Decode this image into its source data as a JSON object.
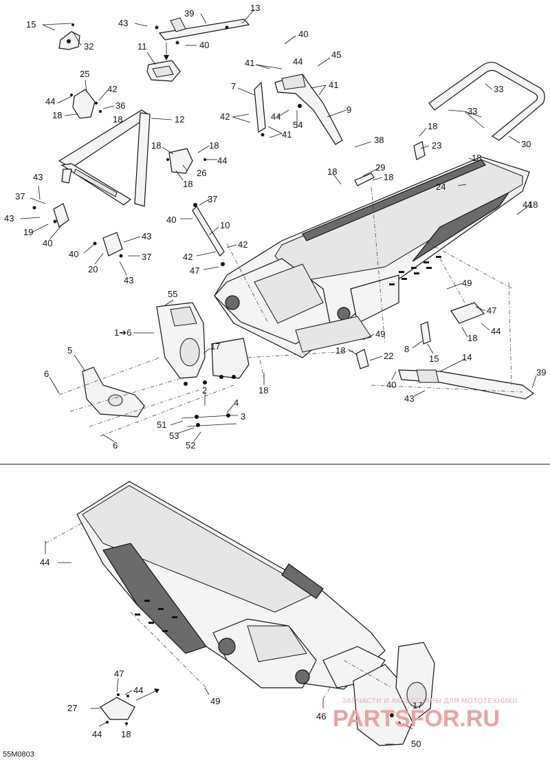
{
  "diagram": {
    "drawing_code": "55M0803",
    "watermark": {
      "line1": "ЗАПЧАСТИ И АКСЕССУАРЫ ДЛЯ МОТОТЕХНИКИ",
      "line2": "PARTSFOR.RU"
    },
    "callouts": [
      {
        "id": "c13",
        "label": "13"
      },
      {
        "id": "c15",
        "label": "15"
      },
      {
        "id": "c32",
        "label": "32"
      },
      {
        "id": "c39a",
        "label": "39"
      },
      {
        "id": "c43a",
        "label": "43"
      },
      {
        "id": "c40a",
        "label": "40"
      },
      {
        "id": "c11",
        "label": "11"
      },
      {
        "id": "c40b",
        "label": "40"
      },
      {
        "id": "c44a",
        "label": "44"
      },
      {
        "id": "c45",
        "label": "45"
      },
      {
        "id": "c41a",
        "label": "41"
      },
      {
        "id": "c41b",
        "label": "41"
      },
      {
        "id": "c7",
        "label": "7"
      },
      {
        "id": "c25",
        "label": "25"
      },
      {
        "id": "c42a",
        "label": "42"
      },
      {
        "id": "c36",
        "label": "36"
      },
      {
        "id": "c44b",
        "label": "44"
      },
      {
        "id": "c18a",
        "label": "18"
      },
      {
        "id": "c18b",
        "label": "18"
      },
      {
        "id": "c12",
        "label": "12"
      },
      {
        "id": "c42b",
        "label": "42"
      },
      {
        "id": "c44c",
        "label": "44"
      },
      {
        "id": "c54",
        "label": "54"
      },
      {
        "id": "c41c",
        "label": "41"
      },
      {
        "id": "c9",
        "label": "9"
      },
      {
        "id": "c33a",
        "label": "33"
      },
      {
        "id": "c33b",
        "label": "33"
      },
      {
        "id": "c30",
        "label": "30"
      },
      {
        "id": "c18c",
        "label": "18"
      },
      {
        "id": "c38",
        "label": "38"
      },
      {
        "id": "c23",
        "label": "23"
      },
      {
        "id": "c18d",
        "label": "18"
      },
      {
        "id": "c18e",
        "label": "18"
      },
      {
        "id": "c44d",
        "label": "44"
      },
      {
        "id": "c26",
        "label": "26"
      },
      {
        "id": "c18f",
        "label": "18"
      },
      {
        "id": "c18g",
        "label": "18"
      },
      {
        "id": "c29",
        "label": "29"
      },
      {
        "id": "c18h",
        "label": "18"
      },
      {
        "id": "c18i",
        "label": "18"
      },
      {
        "id": "c24",
        "label": "24"
      },
      {
        "id": "c18j",
        "label": "18"
      },
      {
        "id": "c43b",
        "label": "43"
      },
      {
        "id": "c37a",
        "label": "37"
      },
      {
        "id": "c37b",
        "label": "37"
      },
      {
        "id": "c43c",
        "label": "43"
      },
      {
        "id": "c40c",
        "label": "40"
      },
      {
        "id": "c44e",
        "label": "44"
      },
      {
        "id": "c19",
        "label": "19"
      },
      {
        "id": "c40d",
        "label": "40"
      },
      {
        "id": "c10",
        "label": "10"
      },
      {
        "id": "c43d",
        "label": "43"
      },
      {
        "id": "c42c",
        "label": "42"
      },
      {
        "id": "c40e",
        "label": "40"
      },
      {
        "id": "c37c",
        "label": "37"
      },
      {
        "id": "c42d",
        "label": "42"
      },
      {
        "id": "c20",
        "label": "20"
      },
      {
        "id": "c47a",
        "label": "47"
      },
      {
        "id": "c43e",
        "label": "43"
      },
      {
        "id": "c49a",
        "label": "49"
      },
      {
        "id": "c55",
        "label": "55"
      },
      {
        "id": "c1to6",
        "label": "1➔6"
      },
      {
        "id": "c17a",
        "label": "17"
      },
      {
        "id": "c47b",
        "label": "47"
      },
      {
        "id": "c44f",
        "label": "44"
      },
      {
        "id": "c18k",
        "label": "18"
      },
      {
        "id": "c49b",
        "label": "49"
      },
      {
        "id": "c8",
        "label": "8"
      },
      {
        "id": "c18l",
        "label": "18"
      },
      {
        "id": "c22",
        "label": "22"
      },
      {
        "id": "c15b",
        "label": "15"
      },
      {
        "id": "c5",
        "label": "5"
      },
      {
        "id": "c14",
        "label": "14"
      },
      {
        "id": "c6a",
        "label": "6"
      },
      {
        "id": "c18m",
        "label": "18"
      },
      {
        "id": "c39b",
        "label": "39"
      },
      {
        "id": "c40f",
        "label": "40"
      },
      {
        "id": "c2",
        "label": "2"
      },
      {
        "id": "c4",
        "label": "4"
      },
      {
        "id": "c43f",
        "label": "43"
      },
      {
        "id": "c3",
        "label": "3"
      },
      {
        "id": "c51",
        "label": "51"
      },
      {
        "id": "c53",
        "label": "53"
      },
      {
        "id": "c52",
        "label": "52"
      },
      {
        "id": "c6b",
        "label": "6"
      },
      {
        "id": "c44g",
        "label": "44"
      },
      {
        "id": "c49c",
        "label": "49"
      },
      {
        "id": "c47c",
        "label": "47"
      },
      {
        "id": "c44h",
        "label": "44"
      },
      {
        "id": "c27",
        "label": "27"
      },
      {
        "id": "c46",
        "label": "46"
      },
      {
        "id": "c17b",
        "label": "17"
      },
      {
        "id": "c44i",
        "label": "44"
      },
      {
        "id": "c18n",
        "label": "18"
      },
      {
        "id": "c50",
        "label": "50"
      }
    ]
  }
}
